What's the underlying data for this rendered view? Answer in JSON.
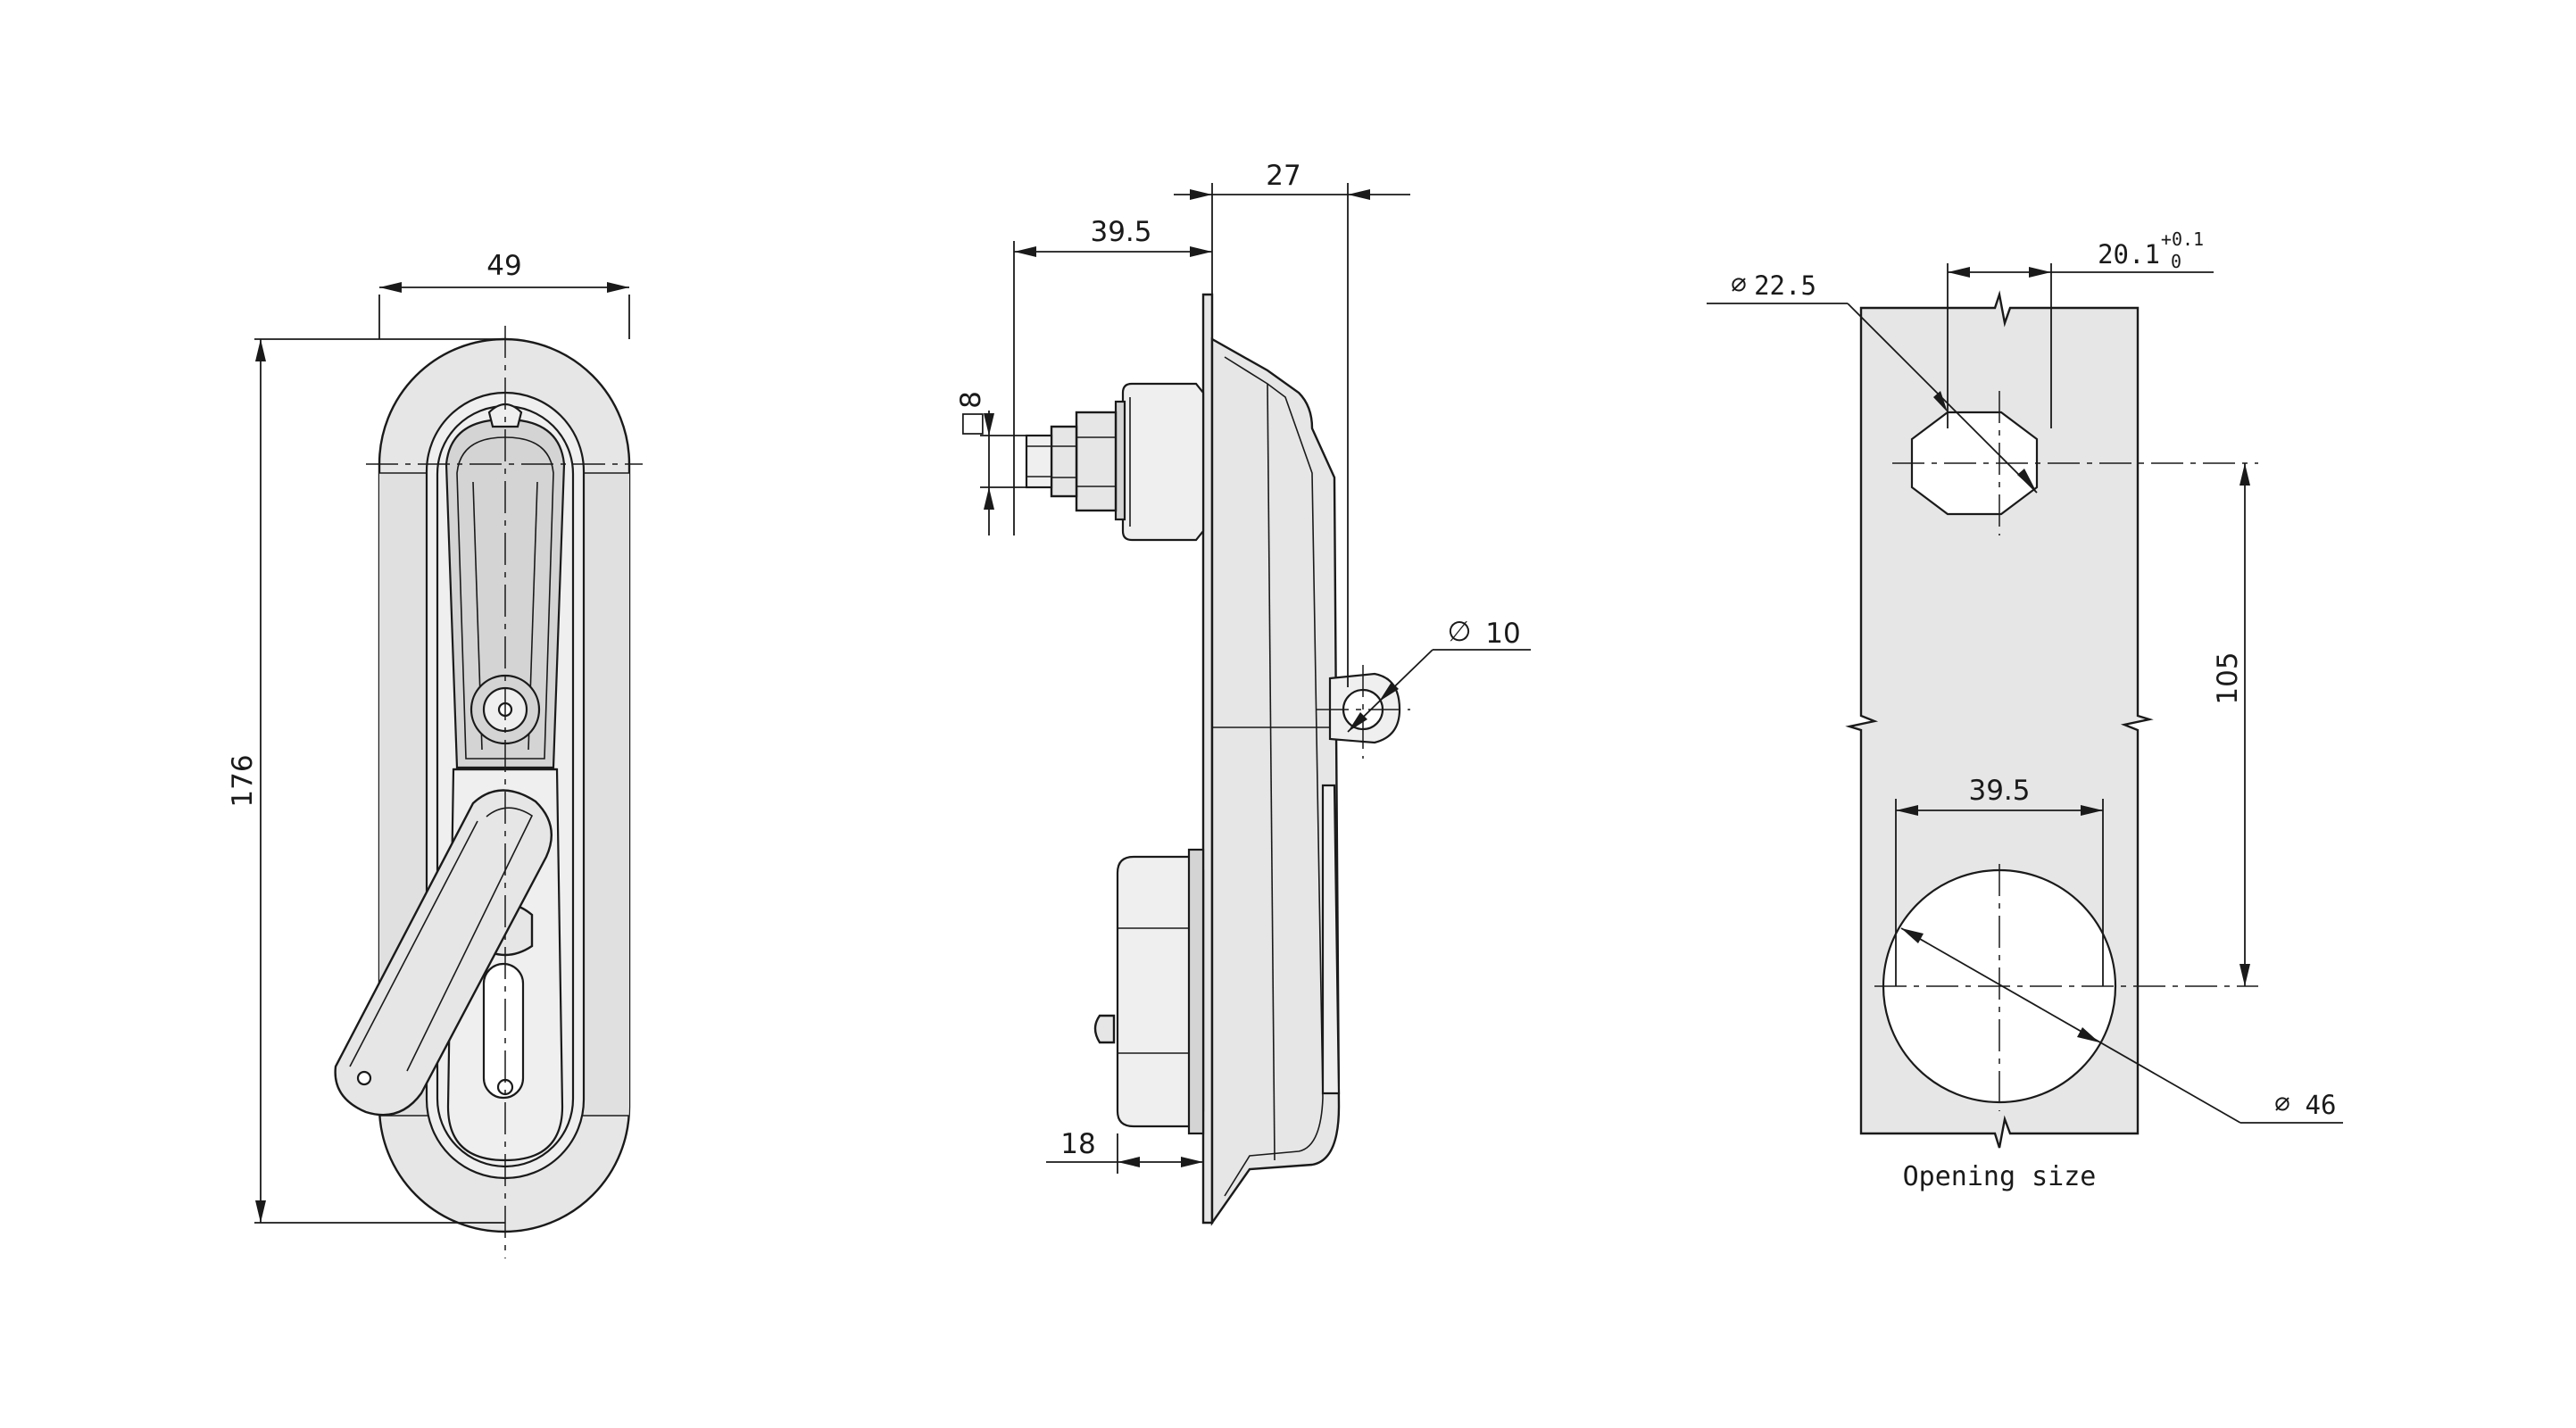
{
  "front_view": {
    "width_label": "49",
    "height_label": "176"
  },
  "side_view": {
    "overall_label": "27",
    "depth_label": "39.5",
    "square_symbol": "□",
    "square_label": "8",
    "hole_symbol": "∅",
    "hole_label": "10",
    "bottom_label": "18"
  },
  "opening_view": {
    "small_symbol": "∅",
    "small_label": "22.5",
    "flat_label": "20.1",
    "tol_upper": "+0.1",
    "tol_lower": "0",
    "spacing_label": "105",
    "width_label": "39.5",
    "large_symbol": "∅",
    "large_label": "46",
    "caption": "Opening size"
  }
}
